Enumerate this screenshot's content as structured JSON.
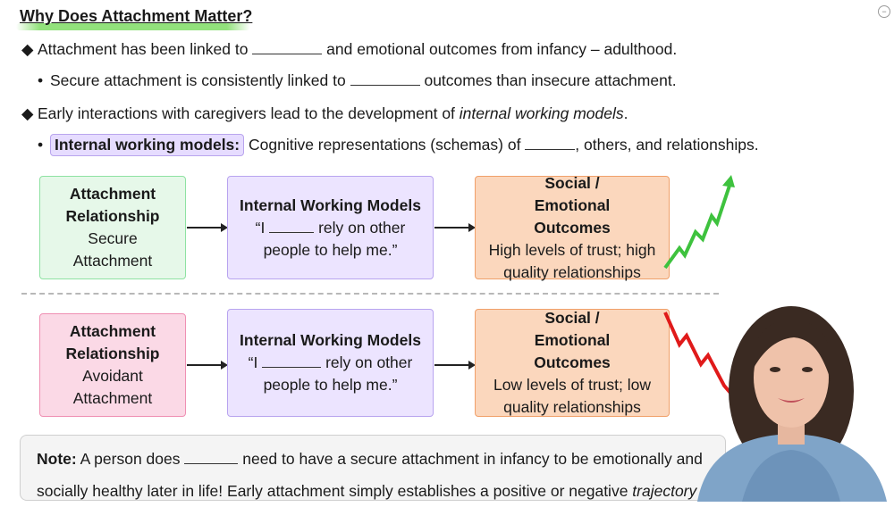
{
  "title": "Why Does Attachment Matter?",
  "bullets": [
    {
      "mark": "◆",
      "pre": "Attachment has been linked to ",
      "post": " and emotional outcomes from infancy – adulthood."
    },
    {
      "mark": "•",
      "pre": "Secure attachment is consistently linked to ",
      "post": " outcomes than insecure attachment."
    },
    {
      "mark": "◆",
      "pre": "Early interactions with caregivers lead to the development of ",
      "italic": "internal working models",
      "post": "."
    },
    {
      "mark": "•",
      "term": "Internal working models:",
      "pre": " Cognitive representations (schemas) of ",
      "post": ", others, and relationships."
    }
  ],
  "row1": {
    "attachment_title": "Attachment Relationship",
    "attachment_type": "Secure Attachment",
    "iwm_title": "Internal Working Models",
    "iwm_q1": "“I ",
    "iwm_q2": " rely on other",
    "iwm_q3": "people to help me.”",
    "outcome_title": "Social / Emotional Outcomes",
    "outcome_text": "High levels of trust; high quality relationships"
  },
  "row2": {
    "attachment_title": "Attachment Relationship",
    "attachment_type": "Avoidant Attachment",
    "iwm_title": "Internal Working Models",
    "iwm_q1": "“I ",
    "iwm_q2": " rely on other",
    "iwm_q3": "people to help me.”",
    "outcome_title": "Social / Emotional Outcomes",
    "outcome_text": "Low levels of trust; low quality relationships"
  },
  "note": {
    "label": "Note:",
    "pre": " A person does ",
    "mid": " need to have a secure attachment in infancy to be emotionally and",
    "line2": "socially healthy later in life! Early attachment simply establishes a positive or negative ",
    "italic": "trajectory"
  },
  "colors": {
    "green_box": "#e6f8e9",
    "purple_box": "#ece4ff",
    "orange_box": "#fbd7bd",
    "pink_box": "#fbd9e6",
    "up_trend": "#3ec23e",
    "down_trend": "#e01a1a"
  },
  "icons": {
    "corner": "minimize-icon",
    "trend_up": "trend-up-arrow-icon",
    "trend_down": "trend-down-arrow-icon"
  }
}
